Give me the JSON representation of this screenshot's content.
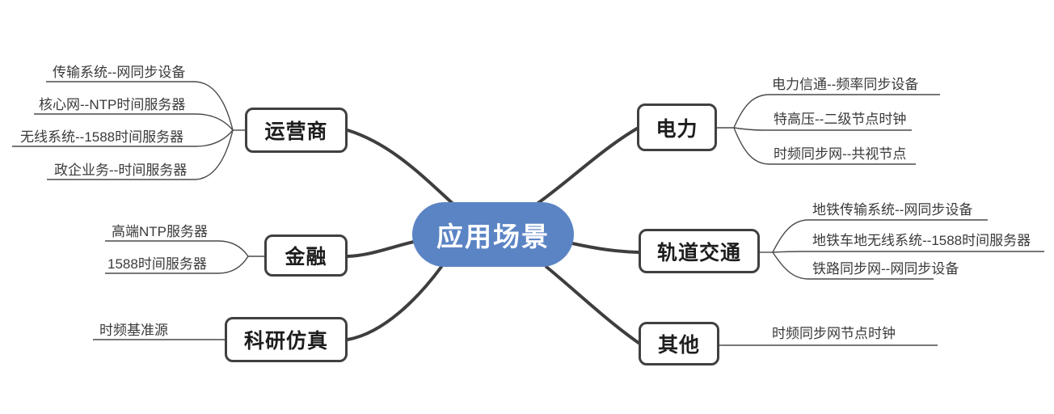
{
  "center": {
    "label": "应用场景"
  },
  "colors": {
    "center_bg": "#5B84C4",
    "center_text": "#ffffff",
    "branch_line": "#3E3E3E",
    "leaf_line": "#4A4A4A",
    "box_border": "#404040",
    "leaf_text": "#3A3A3A"
  },
  "branches": [
    {
      "label": "运营商",
      "side": "left",
      "leaves": [
        "传输系统--网同步设备",
        "核心网--NTP时间服务器",
        "无线系统--1588时间服务器",
        "政企业务--时间服务器"
      ]
    },
    {
      "label": "金融",
      "side": "left",
      "leaves": [
        "高端NTP服务器",
        "1588时间服务器"
      ]
    },
    {
      "label": "科研仿真",
      "side": "left",
      "leaves": [
        "时频基准源"
      ]
    },
    {
      "label": "电力",
      "side": "right",
      "leaves": [
        "电力信通--频率同步设备",
        "特高压--二级节点时钟",
        "时频同步网--共视节点"
      ]
    },
    {
      "label": "轨道交通",
      "side": "right",
      "leaves": [
        "地铁传输系统--网同步设备",
        "地铁车地无线系统--1588时间服务器",
        "铁路同步网--网同步设备"
      ]
    },
    {
      "label": "其他",
      "side": "right",
      "leaves": [
        "时频同步网节点时钟"
      ]
    }
  ]
}
